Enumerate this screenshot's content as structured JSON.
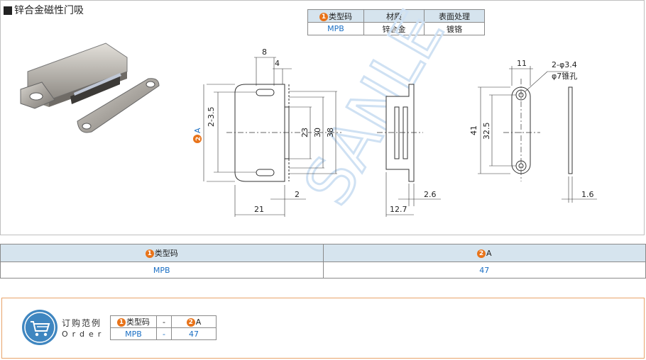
{
  "title": "锌合金磁性门吸",
  "spec_table": {
    "headers": [
      "类型码",
      "材质",
      "表面处理"
    ],
    "header1_num": "1",
    "row": [
      "MPB",
      "锌合金",
      "镀铬"
    ]
  },
  "dims": {
    "d8": "8",
    "d4": "4",
    "d2_35": "2-3.5",
    "d23": "23",
    "d30": "30",
    "d38": "38",
    "d2": "2",
    "d21": "21",
    "d26": "2.6",
    "d127": "12.7",
    "d11": "11",
    "d2_34": "2-φ3.4",
    "phi7": "φ7锥孔",
    "d41": "41",
    "d325": "32.5",
    "d16": "1.6",
    "labelA": "A",
    "labelA_num": "2"
  },
  "mid_table": {
    "headers": [
      "类型码",
      "A"
    ],
    "nums": [
      "1",
      "2"
    ],
    "row": [
      "MPB",
      "47"
    ]
  },
  "order": {
    "zh": "订购范例",
    "en": "Order",
    "headers": [
      "类型码",
      "-",
      "A"
    ],
    "nums": [
      "1",
      "2"
    ],
    "row": [
      "MPB",
      "-",
      "47"
    ]
  },
  "watermark": "SANLE",
  "colors": {
    "accent_orange": "#e8731a",
    "header_blue": "#d6e4ee",
    "value_blue": "#1a6fc4",
    "cart_blue": "#3f86c0"
  }
}
